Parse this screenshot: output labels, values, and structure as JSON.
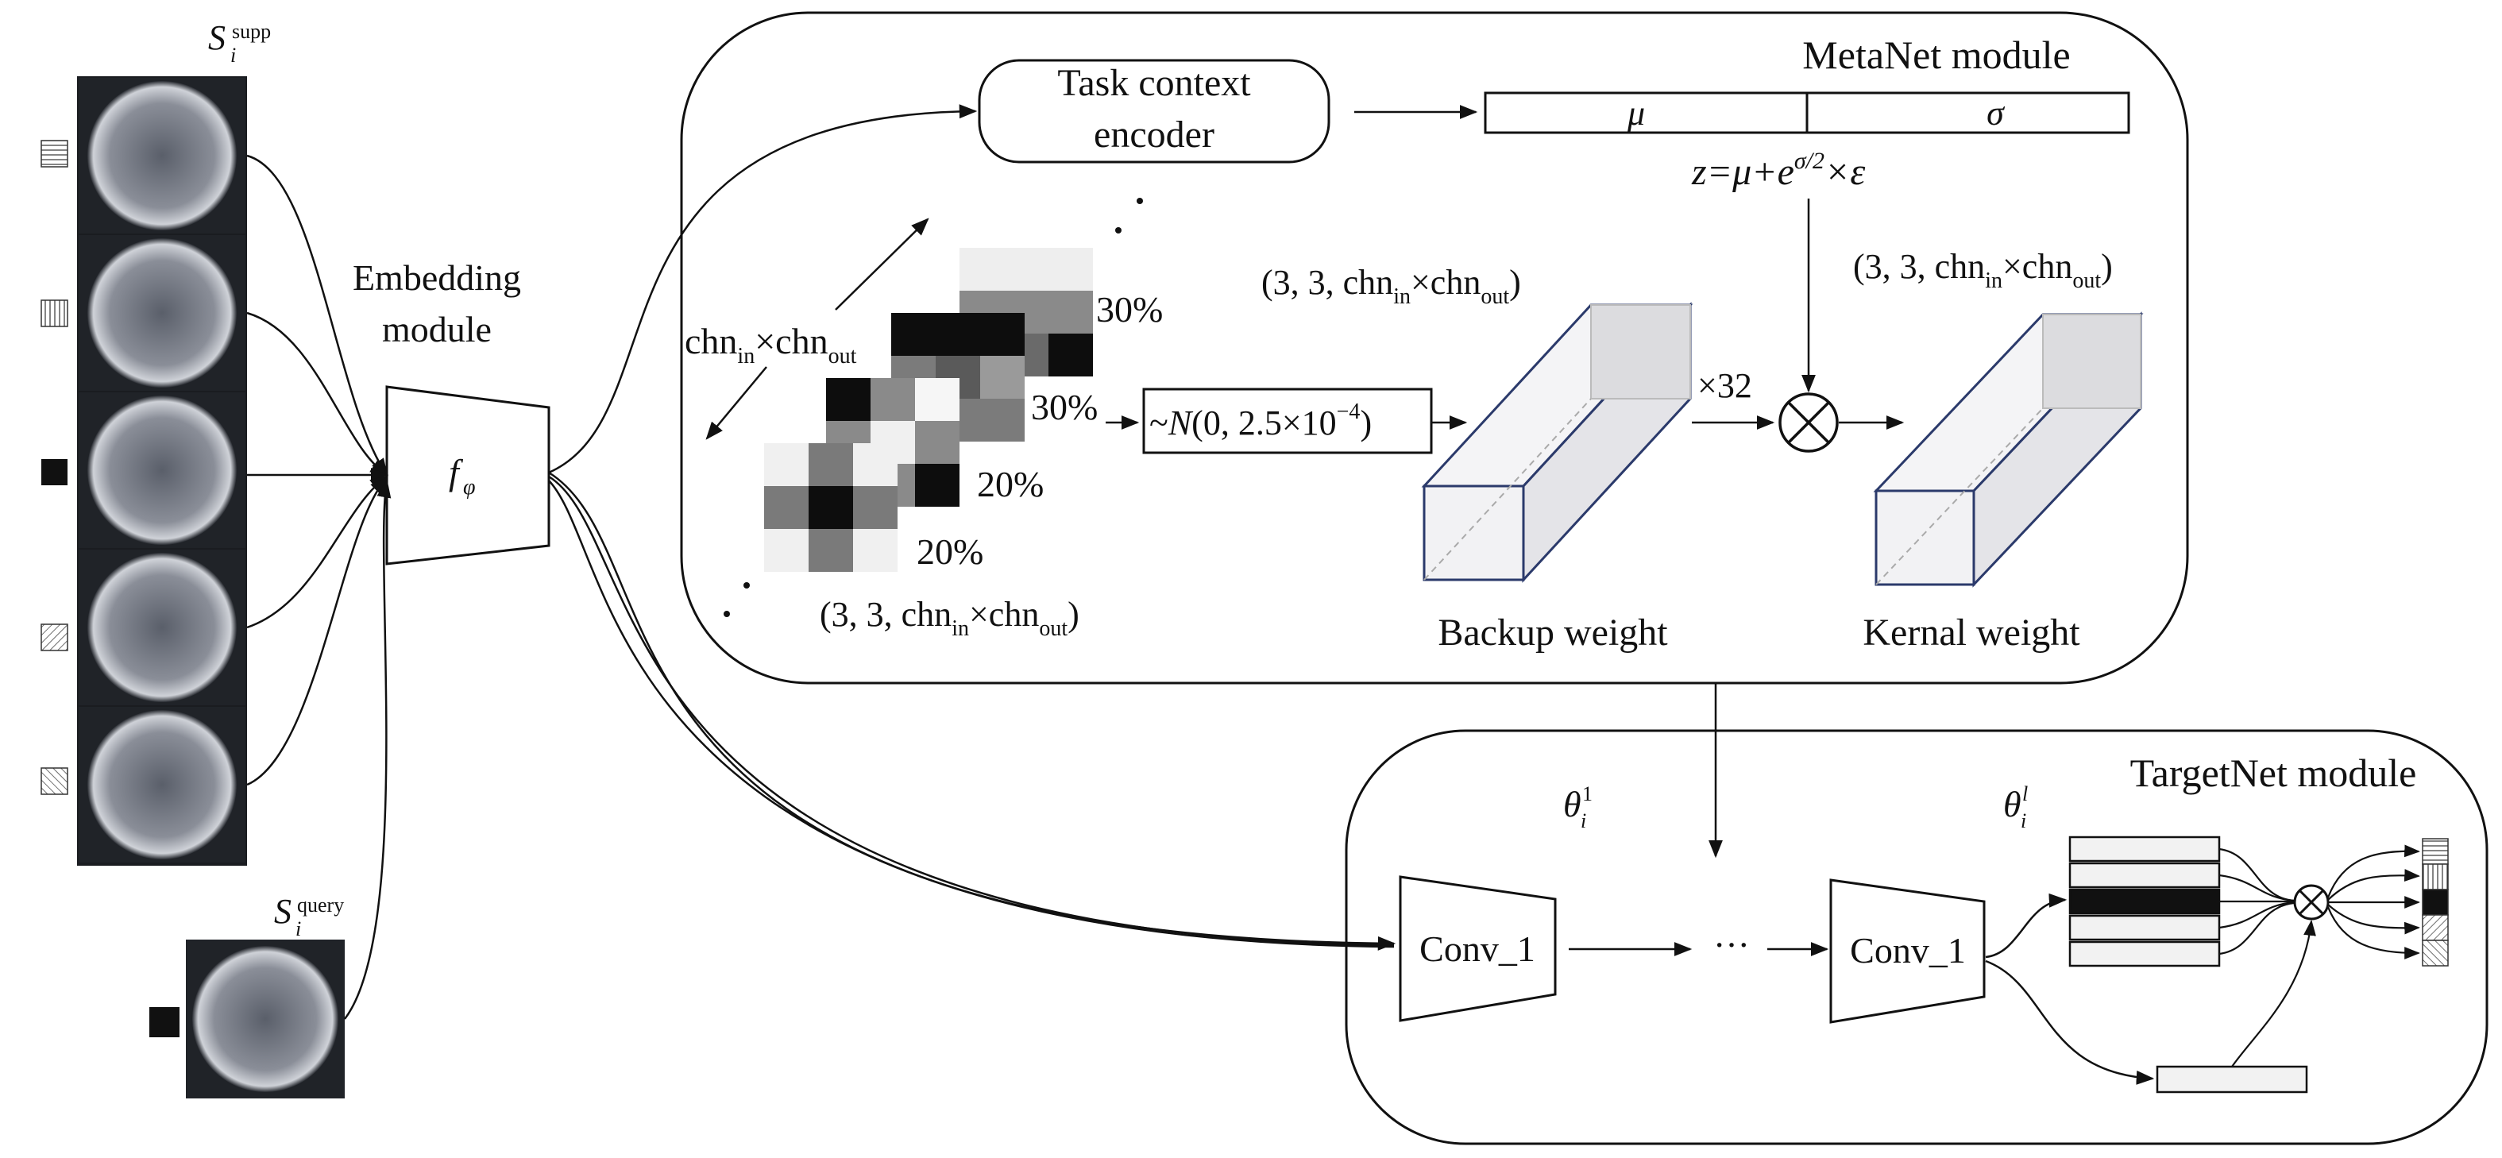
{
  "support_label": {
    "main": "S",
    "sub": "i",
    "sup": "supp"
  },
  "query_label": {
    "main": "S",
    "sub": "i",
    "sup": "query"
  },
  "embedding_title_line1": "Embedding",
  "embedding_title_line2": "module",
  "embedding_function": {
    "main": "f",
    "sub": "φ"
  },
  "metanet": {
    "title": "MetaNet module",
    "task_encoder_line1": "Task context",
    "task_encoder_line2": "encoder",
    "mu": "μ",
    "sigma": "σ",
    "reparam": {
      "a": "z",
      "b": "=",
      "c": "μ",
      "d": "+",
      "e": "e",
      "f": "σ/2",
      "g": "×",
      "h": "ε"
    },
    "chn_label": {
      "a": "chn",
      "b": "in",
      "c": "×chn",
      "d": "out"
    },
    "percent_1": "30%",
    "percent_2": "30%",
    "percent_3": "20%",
    "percent_4": "20%",
    "kernel_shape": {
      "a": "(3, 3, chn",
      "b": "in",
      "c": "×chn",
      "d": "out",
      "e": ")"
    },
    "normal_dist": {
      "a": "~",
      "b": "N",
      "c": "(0, 2.5×10",
      "d": "−4",
      "e": ")"
    },
    "times32": "×32",
    "backup_weight": "Backup weight",
    "kernal_weight": "Kernal weight",
    "dots": "·"
  },
  "targetnet": {
    "title": "TargetNet module",
    "theta1": {
      "main": "θ",
      "sub": "i",
      "sup": "1"
    },
    "thetal": {
      "main": "θ",
      "sub": "i",
      "sup": "l"
    },
    "conv_first": "Conv_1",
    "conv_last": "Conv_1",
    "ellipsis": "···"
  }
}
